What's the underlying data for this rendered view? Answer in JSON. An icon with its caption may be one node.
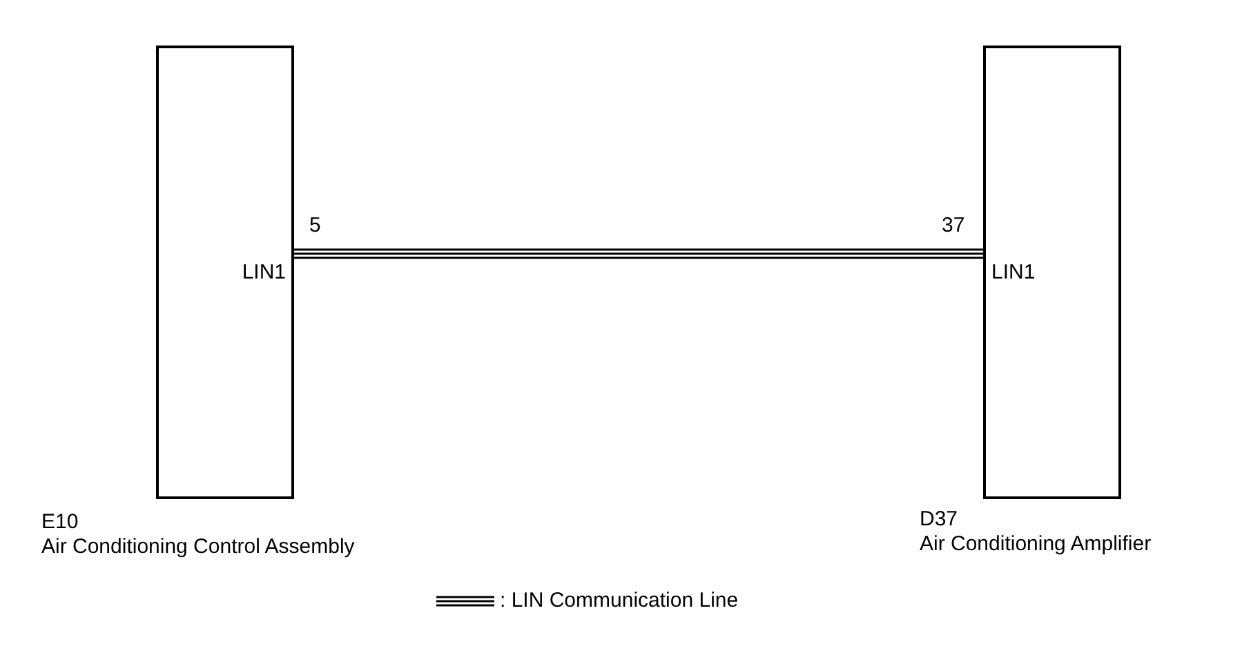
{
  "diagram": {
    "nodes": [
      {
        "text": [
          "LIN1"
        ],
        "beside": [
          "E10",
          "Air Conditioning Control Assembly"
        ]
      },
      {
        "text": [
          "LIN1"
        ],
        "beside": [
          "D37",
          "Air Conditioning Amplifier"
        ]
      }
    ],
    "edges": [
      {
        "from": 0,
        "to": 1,
        "arrow": "none"
      }
    ],
    "labels": [
      "5",
      "37"
    ],
    "legend": [
      {
        "text": ": LIN Communication Line"
      }
    ]
  }
}
